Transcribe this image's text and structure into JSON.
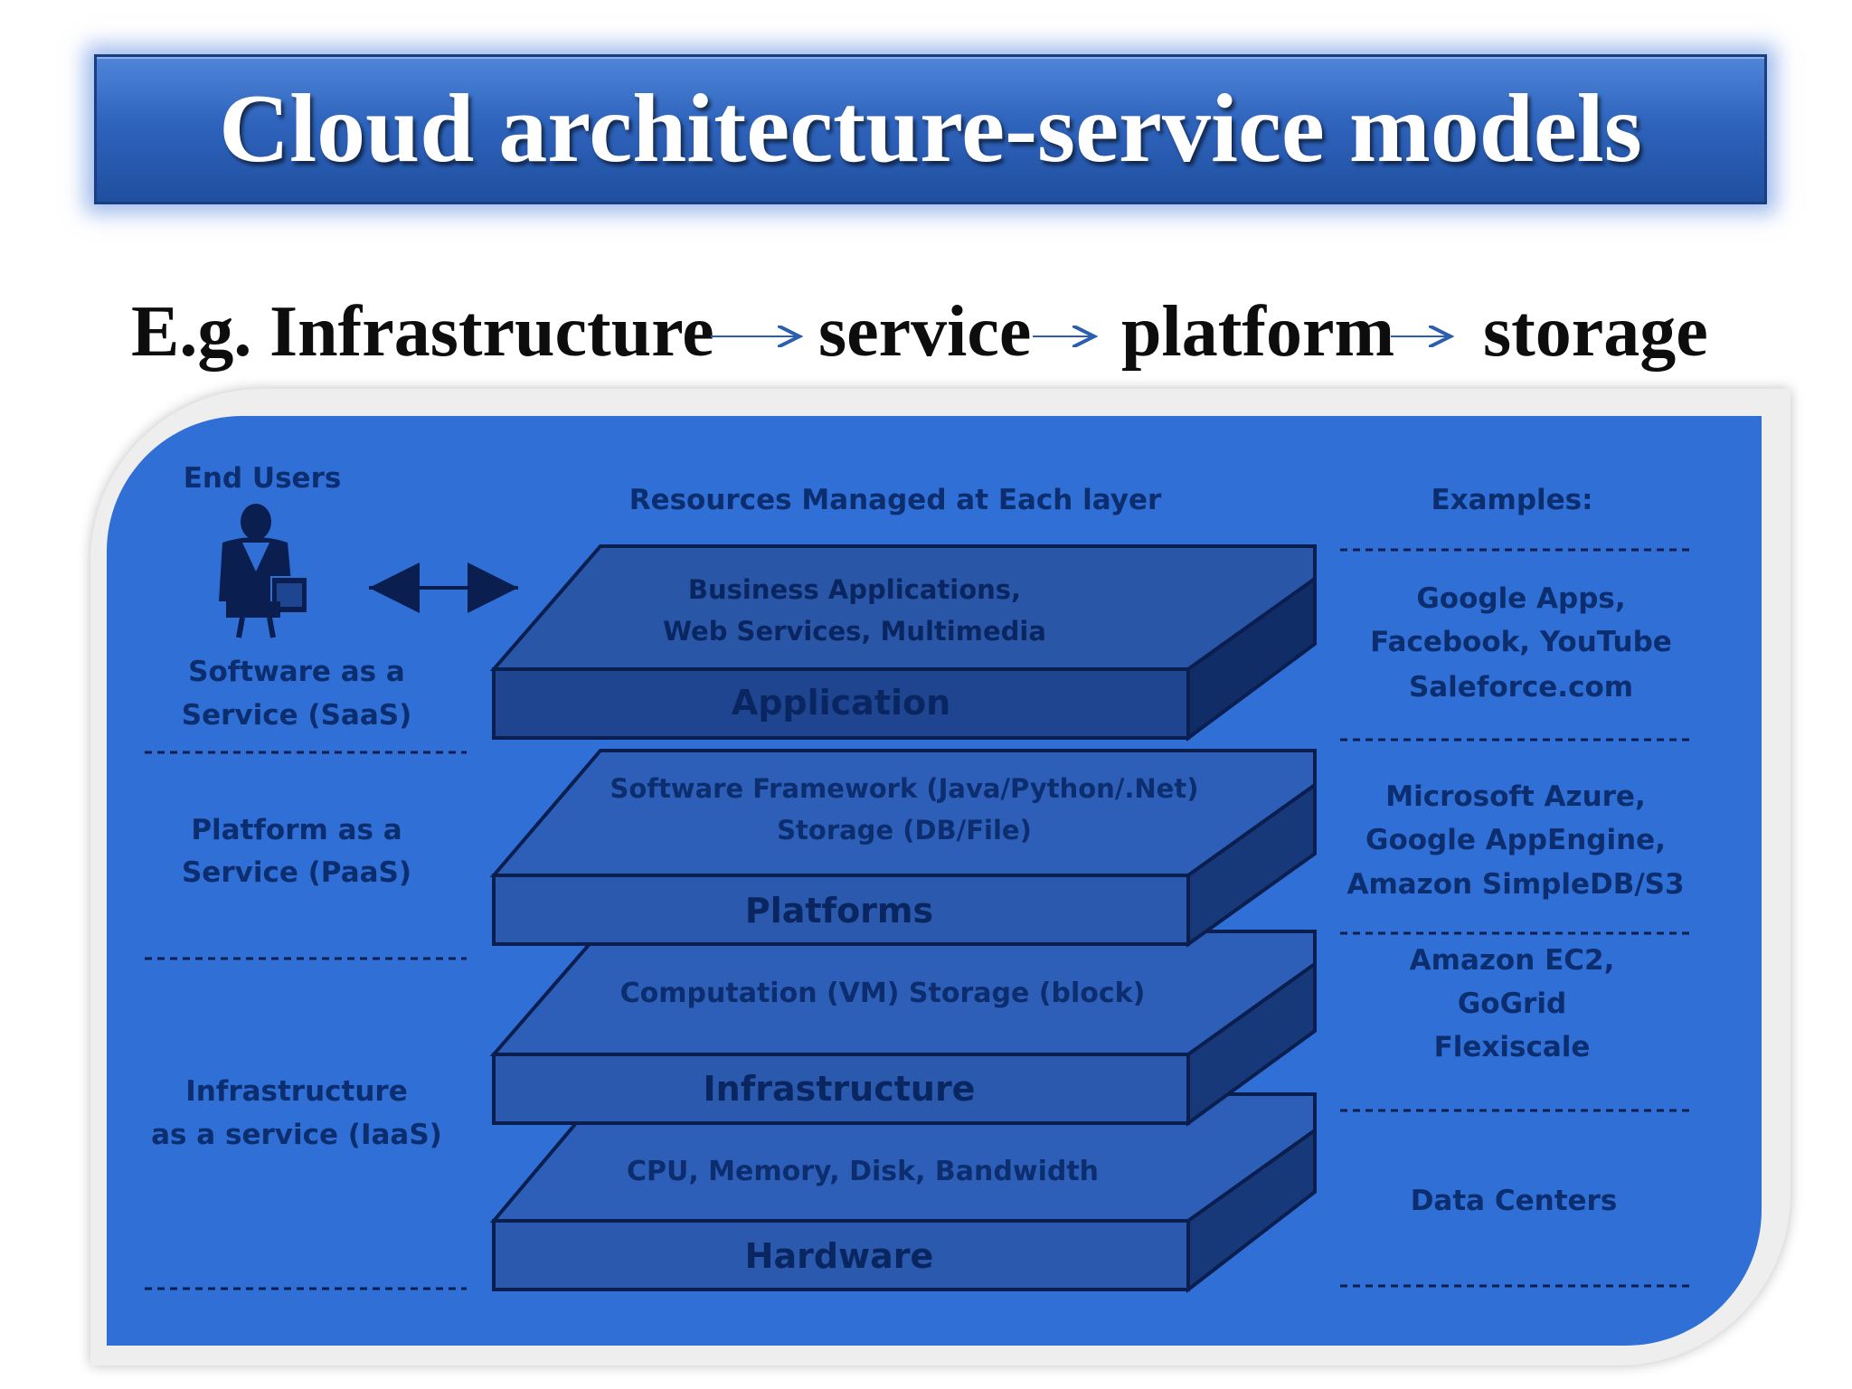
{
  "title": "Cloud architecture-service models",
  "flow": {
    "prefix": "E.g.",
    "steps": [
      "Infrastructure",
      "service",
      "platform",
      "storage"
    ]
  },
  "diagram": {
    "header_left": "End Users",
    "header_mid": "Resources Managed at Each layer",
    "header_right": "Examples:",
    "service_models": {
      "saas": [
        "Software as a",
        "Service (SaaS)"
      ],
      "paas": [
        "Platform as a",
        "Service (PaaS)"
      ],
      "iaas": [
        "Infrastructure",
        "as a service (IaaS)"
      ]
    },
    "layers": [
      {
        "name": "Application",
        "resources": [
          "Business Applications,",
          "Web Services,  Multimedia"
        ],
        "examples": [
          "Google Apps,",
          "Facebook, YouTube",
          "Saleforce.com"
        ]
      },
      {
        "name": "Platforms",
        "resources": [
          "Software Framework (Java/Python/.Net)",
          "Storage (DB/File)"
        ],
        "examples": [
          "Microsoft Azure,",
          "Google AppEngine,",
          "Amazon SimpleDB/S3"
        ]
      },
      {
        "name": "Infrastructure",
        "resources": [
          "Computation (VM)  Storage (block)"
        ],
        "examples": [
          "Amazon EC2,",
          "GoGrid",
          "Flexiscale"
        ]
      },
      {
        "name": "Hardware",
        "resources": [
          "CPU, Memory, Disk, Bandwidth"
        ],
        "examples": [
          "Data Centers"
        ]
      }
    ],
    "colors": {
      "panel": "#2f6fd6",
      "slab_top": "#2e5fb8",
      "slab_front": "#2a59ad",
      "slab_side": "#17397a",
      "application_top": "#2a56a8",
      "application_front": "#1f4590"
    }
  }
}
